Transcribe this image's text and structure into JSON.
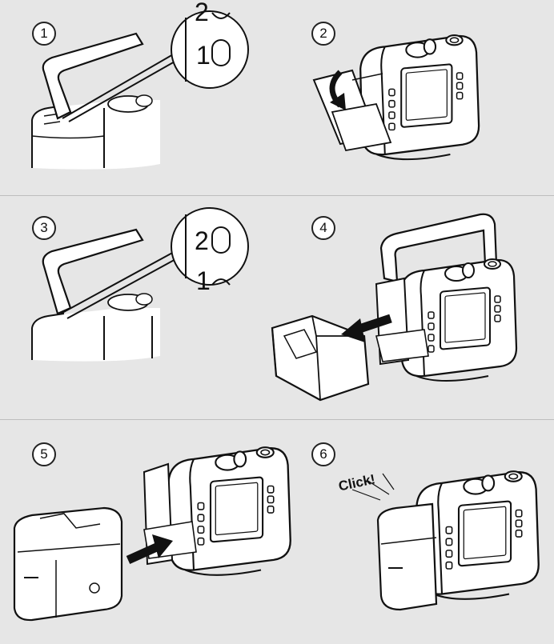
{
  "steps": [
    {
      "number": "1"
    },
    {
      "number": "2"
    },
    {
      "number": "3"
    },
    {
      "number": "4"
    },
    {
      "number": "5"
    },
    {
      "number": "6"
    }
  ],
  "zoom_step1": {
    "top": "2",
    "main": "1"
  },
  "zoom_step3": {
    "main": "2",
    "bottom": "1"
  },
  "sound_label": "Click!",
  "colors": {
    "background": "#e6e6e6",
    "line": "#111111",
    "device": "#ffffff",
    "divider": "#bdbdbd"
  }
}
